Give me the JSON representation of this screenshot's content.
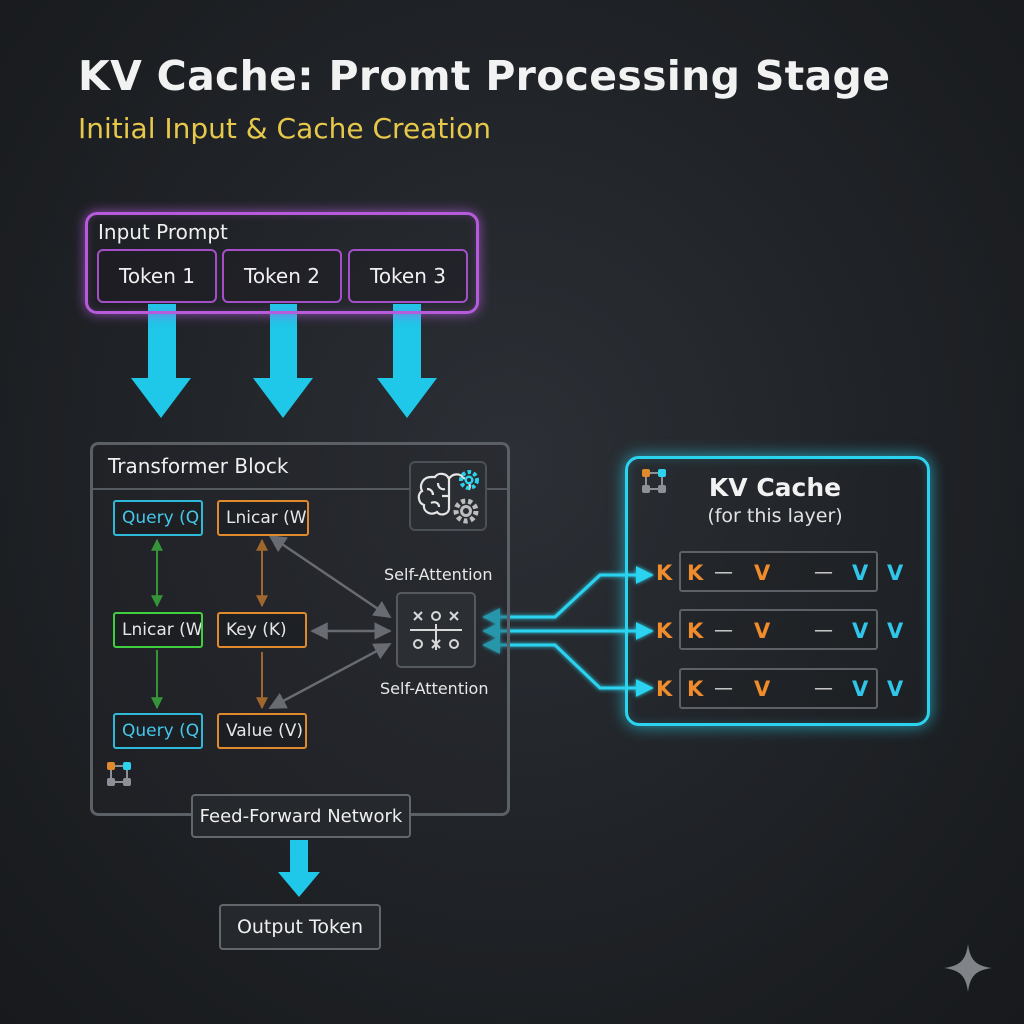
{
  "title": "KV Cache: Promt Processing Stage",
  "subtitle": "Initial Input & Cache Creation",
  "input_prompt": {
    "label": "Input Prompt",
    "tokens": [
      "Token 1",
      "Token 2",
      "Token 3"
    ]
  },
  "transformer_block": {
    "label": "Transformer Block",
    "left_column": [
      "Query (Q",
      "Lnicar (Wk",
      "Query (Q"
    ],
    "middle_column": [
      "Lnicar (Wq",
      "Key (K)",
      "Value (V)"
    ],
    "self_attention_top": "Self-Attention",
    "self_attention_bottom": "Self-Attention",
    "brain_icon": "brain-gear-icon",
    "corner_icon": "nodes-icon"
  },
  "feed_forward": "Feed-Forward Network",
  "output_token": "Output Token",
  "kv_cache": {
    "title": "KV Cache",
    "subtitle": "(for this layer)",
    "rows": [
      {
        "outer_k": "K",
        "k": "K",
        "dash1": "—",
        "v": "V",
        "dash2": "—",
        "v2": "V",
        "outer_v": "V"
      },
      {
        "outer_k": "K",
        "k": "K",
        "dash1": "—",
        "v": "V",
        "dash2": "—",
        "v2": "V",
        "outer_v": "V"
      },
      {
        "outer_k": "K",
        "k": "K",
        "dash1": "—",
        "v": "V",
        "dash2": "—",
        "v2": "V",
        "outer_v": "V"
      }
    ],
    "icon": "nodes-icon"
  },
  "colors": {
    "purple": "#b65bdc",
    "cyan": "#2cd3ef",
    "orange": "#e08a2e",
    "green": "#3fcf3f",
    "yellow": "#e6c84a"
  },
  "watermark_icon": "sparkle-icon"
}
